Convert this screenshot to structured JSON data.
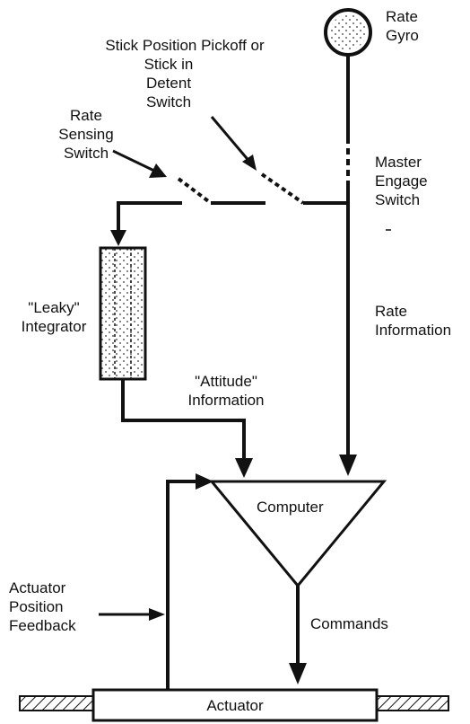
{
  "labels": {
    "rate_gyro": [
      "Rate",
      "Gyro"
    ],
    "stick_pickoff": [
      "Stick Position Pickoff or",
      "Stick in",
      "Detent",
      "Switch"
    ],
    "rate_sensing_switch": [
      "Rate",
      "Sensing",
      "Switch"
    ],
    "master_engage_switch": [
      "Master",
      "Engage",
      "Switch"
    ],
    "leaky_integrator": [
      "\"Leaky\"",
      "Integrator"
    ],
    "rate_information": [
      "Rate",
      "Information"
    ],
    "attitude_information": [
      "\"Attitude\"",
      "Information"
    ],
    "computer": "Computer",
    "actuator_position_feedback": [
      "Actuator",
      "Position",
      "Feedback"
    ],
    "commands": "Commands",
    "actuator": "Actuator"
  },
  "colors": {
    "ink": "#111111",
    "background": "#ffffff"
  }
}
